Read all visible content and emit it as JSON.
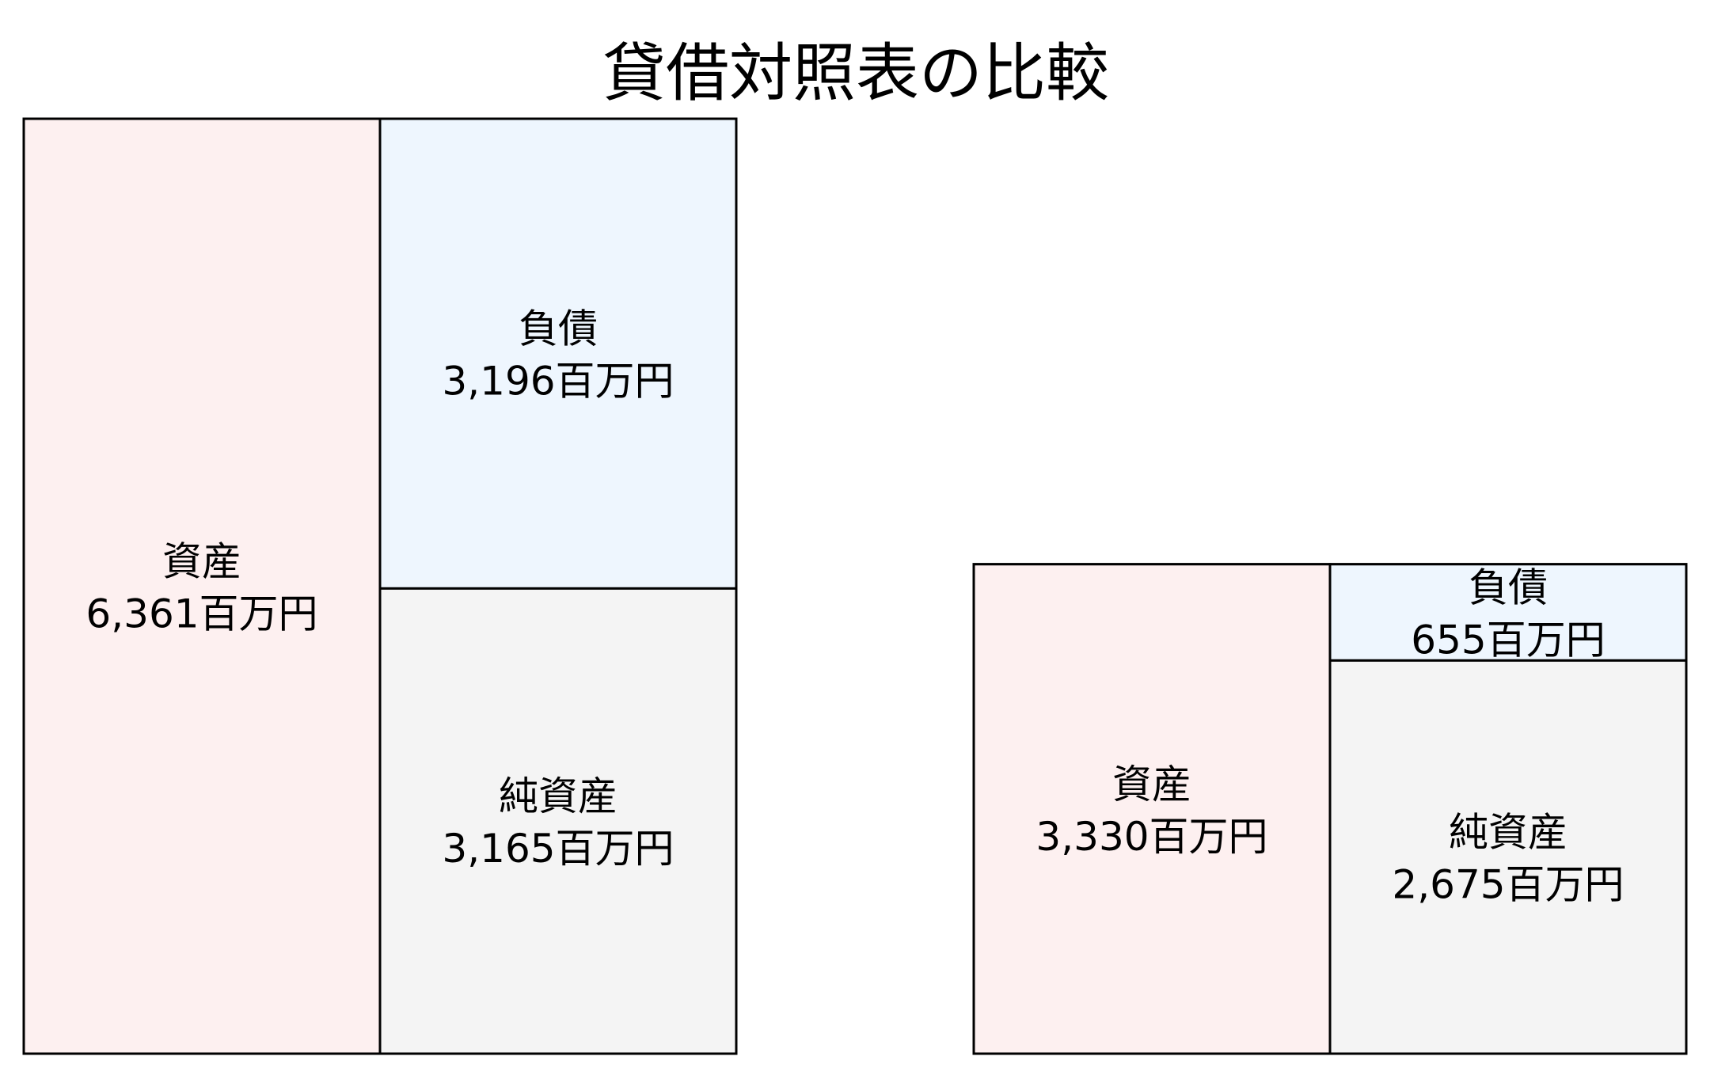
{
  "chart_data": {
    "type": "bar",
    "subtype": "balance-sheet-comparison",
    "title": "貸借対照表の比較",
    "unit": "百万円",
    "colors": {
      "assets": "#fdf0f0",
      "liabilities": "#eef6fe",
      "net_assets": "#f4f4f4",
      "border": "#000000"
    },
    "charts": [
      {
        "assets": {
          "label": "資産",
          "value": 6361,
          "text": "6,361百万円"
        },
        "liabilities": {
          "label": "負債",
          "value": 3196,
          "text": "3,196百万円"
        },
        "net_assets": {
          "label": "純資産",
          "value": 3165,
          "text": "3,165百万円"
        }
      },
      {
        "assets": {
          "label": "資産",
          "value": 3330,
          "text": "3,330百万円"
        },
        "liabilities": {
          "label": "負債",
          "value": 655,
          "text": "655百万円"
        },
        "net_assets": {
          "label": "純資産",
          "value": 2675,
          "text": "2,675百万円"
        }
      }
    ]
  }
}
